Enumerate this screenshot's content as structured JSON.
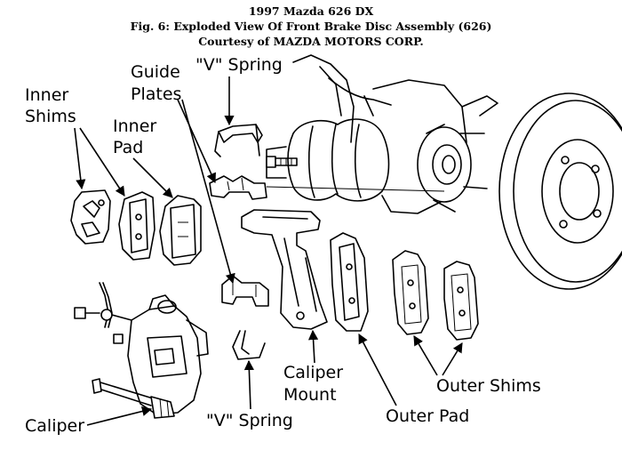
{
  "header": {
    "line1": "1997 Mazda 626 DX",
    "line2": "Fig. 6: Exploded View Of Front Brake Disc Assembly (626)",
    "line3": "Courtesy of MAZDA MOTORS CORP."
  },
  "labels": {
    "v_spring_top": "\"V\" Spring",
    "guide_plates_1": "Guide",
    "guide_plates_2": "Plates",
    "inner_shims_1": "Inner",
    "inner_shims_2": "Shims",
    "inner_pad_1": "Inner",
    "inner_pad_2": "Pad",
    "caliper_mount_1": "Caliper",
    "caliper_mount_2": "Mount",
    "outer_shims": "Outer Shims",
    "outer_pad": "Outer Pad",
    "caliper": "Caliper",
    "v_spring_bottom": "\"V\" Spring"
  }
}
